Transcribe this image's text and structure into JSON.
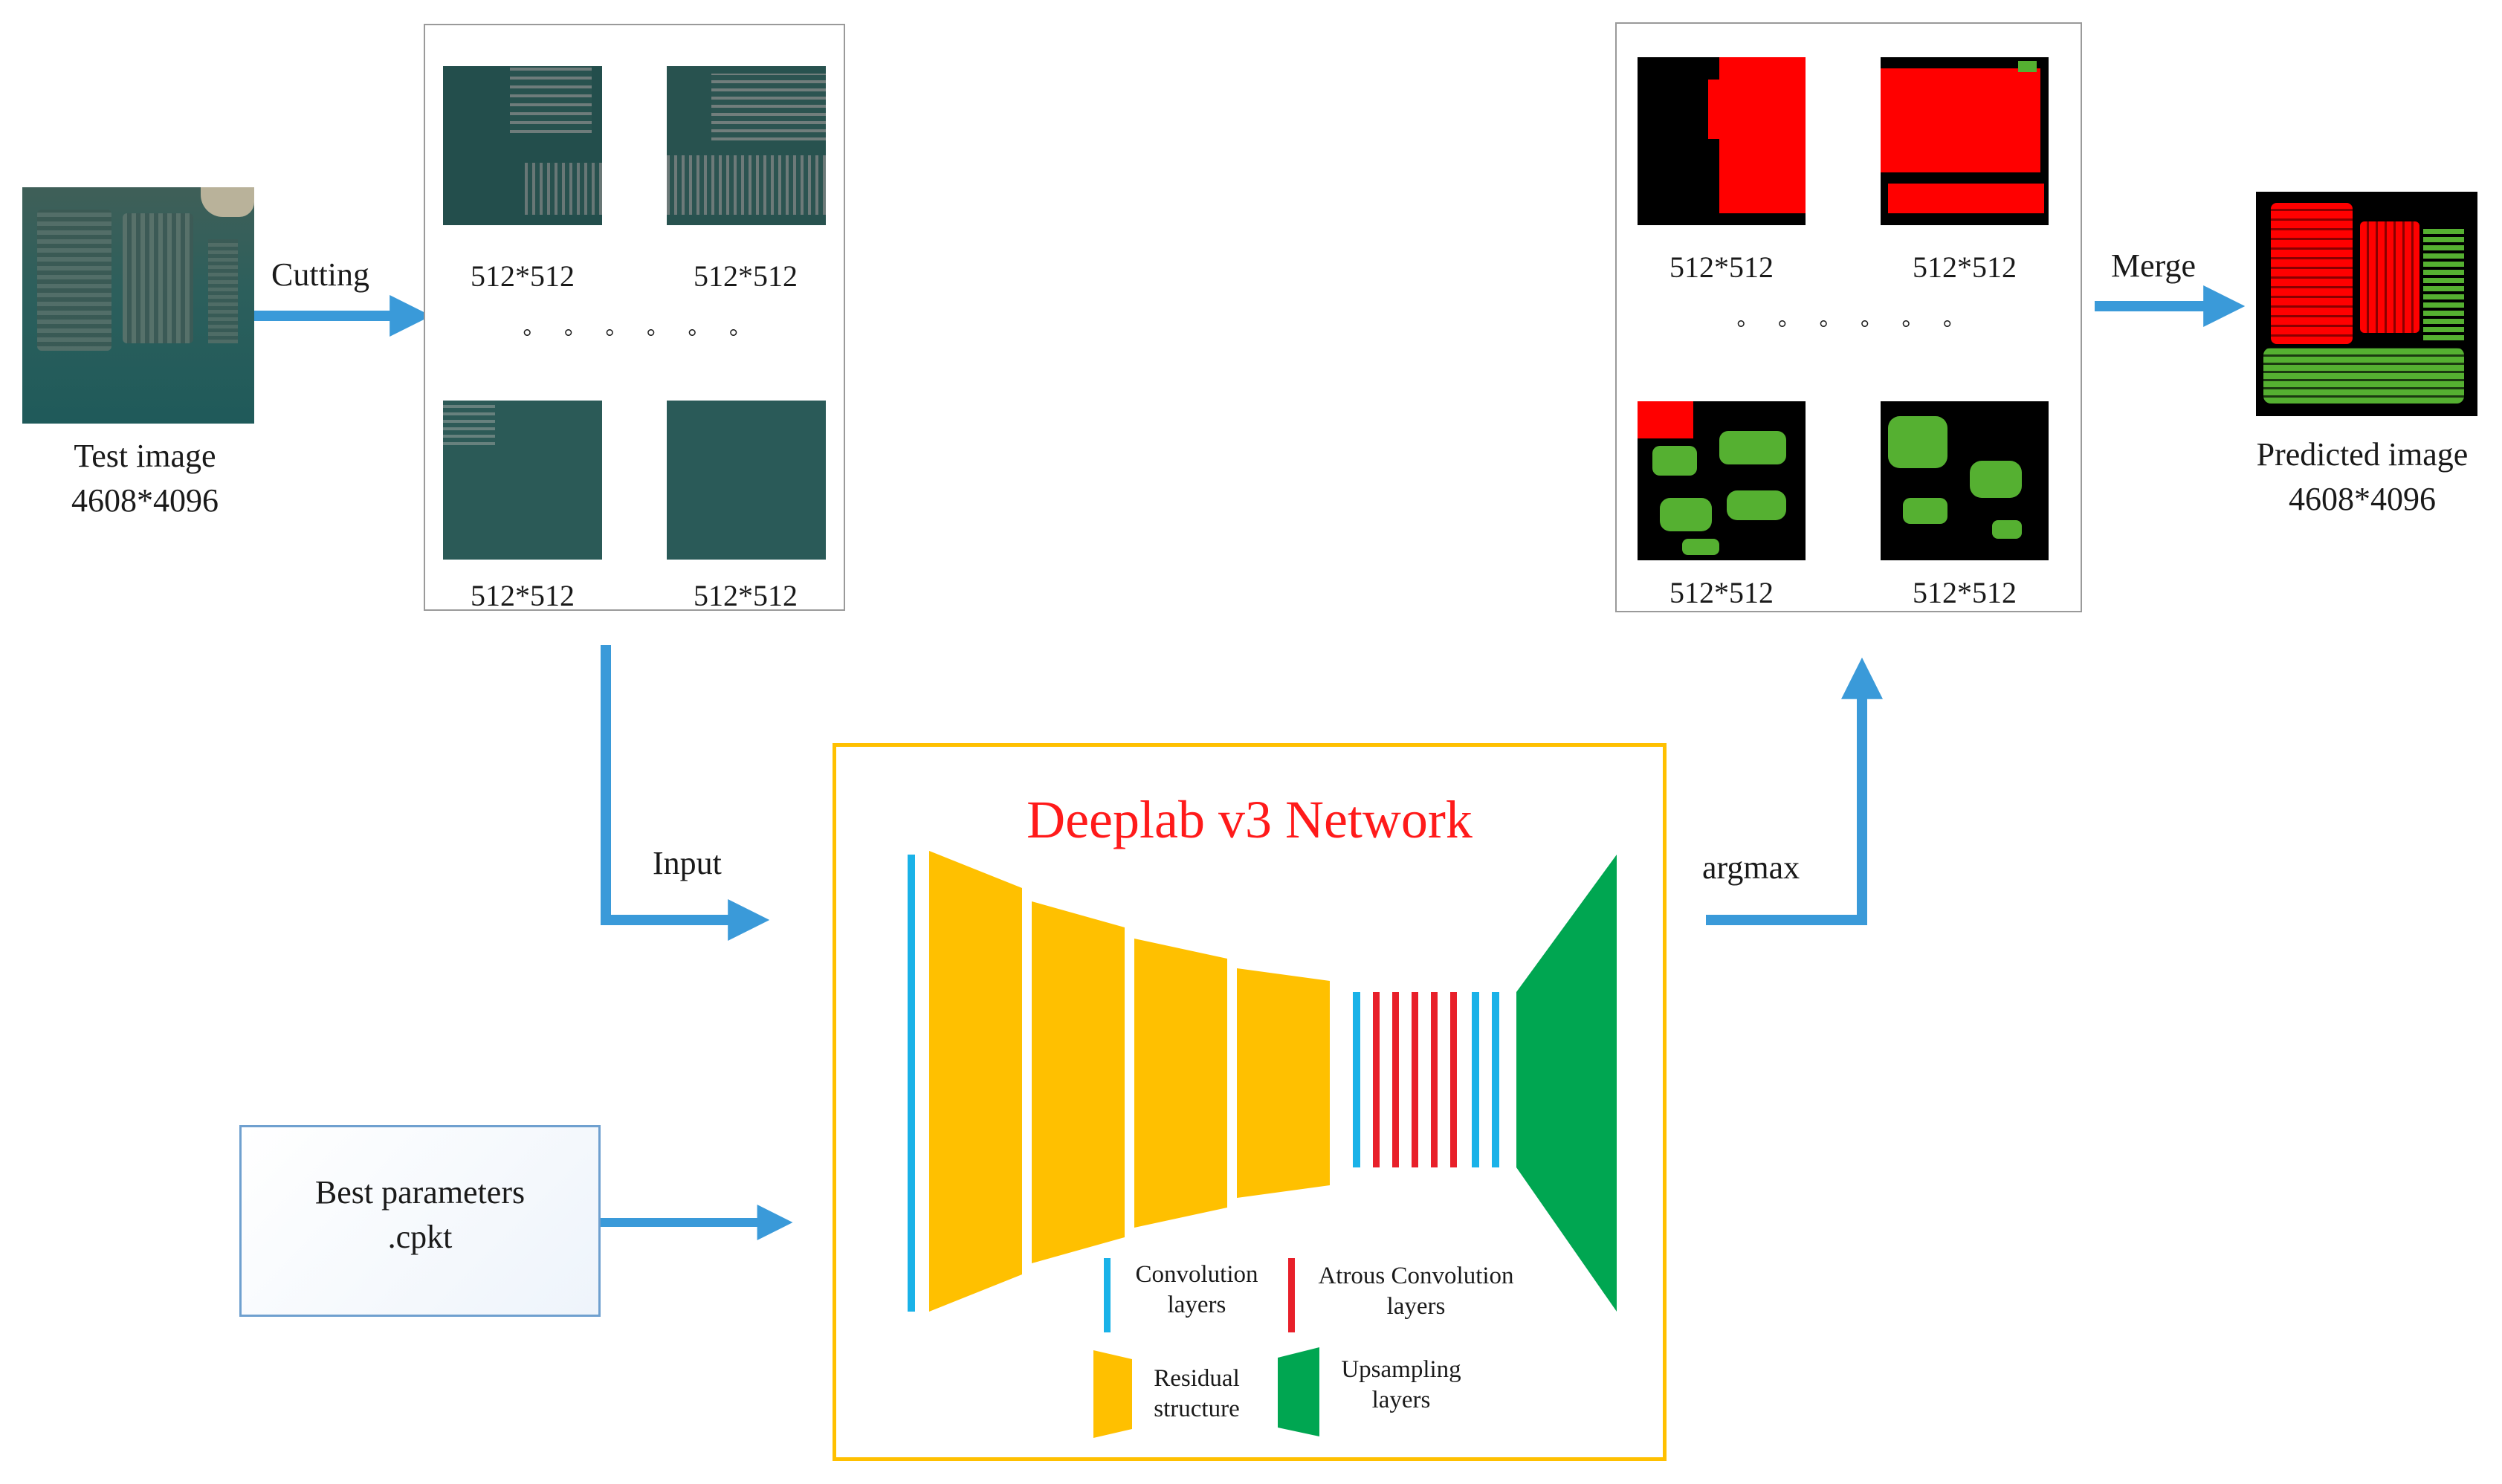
{
  "input": {
    "caption_line1": "Test image",
    "caption_line2": "4608*4096",
    "cutting_label": "Cutting"
  },
  "left_panel": {
    "tile_labels": [
      "512*512",
      "512*512",
      "512*512",
      "512*512"
    ],
    "ellipsis": "° ° ° ° ° °"
  },
  "right_panel": {
    "tile_labels": [
      "512*512",
      "512*512",
      "512*512",
      "512*512"
    ],
    "ellipsis": "° ° ° ° ° °"
  },
  "output": {
    "merge_label": "Merge",
    "caption_line1": "Predicted image",
    "caption_line2": "4608*4096"
  },
  "flow": {
    "input_label": "Input",
    "argmax_label": "argmax"
  },
  "params": {
    "line1": "Best parameters",
    "line2": ".cpkt"
  },
  "network": {
    "title": "Deeplab v3 Network",
    "legend": {
      "conv_line1": "Convolution",
      "conv_line2": "layers",
      "atrous_line1": "Atrous Convolution",
      "atrous_line2": "layers",
      "residual_line1": "Residual",
      "residual_line2": "structure",
      "upsampling_line1": "Upsampling",
      "upsampling_line2": "layers"
    }
  },
  "colors": {
    "arrow": "#3a9ad9",
    "residual": "#ffc000",
    "conv": "#1ab2e8",
    "atrous": "#e8202a",
    "upsampling": "#00a651",
    "network_border": "#ffc000",
    "title": "#ff1a1a",
    "mask_red": "#ff0000",
    "mask_green": "#55b031"
  }
}
